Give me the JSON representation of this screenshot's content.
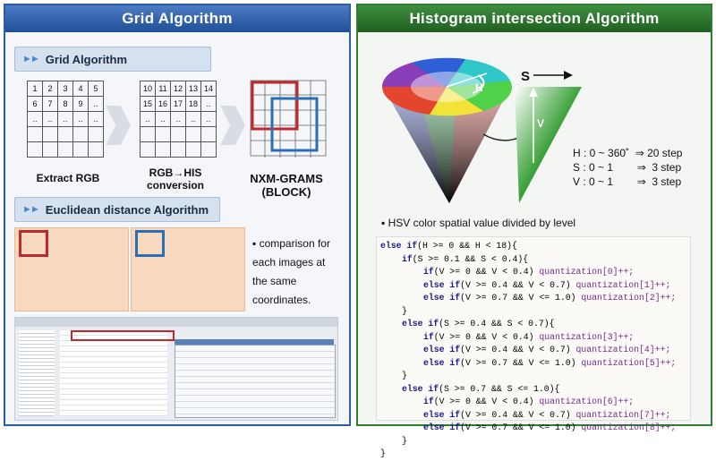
{
  "left_panel": {
    "title": "Grid Algorithm",
    "section1_label": "Grid Algorithm",
    "grid1_rows": [
      [
        "1",
        "2",
        "3",
        "4",
        "5"
      ],
      [
        "6",
        "7",
        "8",
        "9",
        ".."
      ],
      [
        "..",
        "..",
        "..",
        "..",
        ".."
      ],
      [
        "",
        "",
        "",
        "",
        ""
      ],
      [
        "",
        "",
        "",
        "",
        ""
      ]
    ],
    "grid2_rows": [
      [
        "10",
        "11",
        "12",
        "13",
        "14"
      ],
      [
        "15",
        "16",
        "17",
        "18",
        ".."
      ],
      [
        "..",
        "..",
        "..",
        "..",
        ".."
      ],
      [
        "",
        "",
        "",
        "",
        ""
      ],
      [
        "",
        "",
        "",
        "",
        ""
      ]
    ],
    "caption1": "Extract RGB",
    "caption2_line1": "RGB→HIS",
    "caption2_line2": "conversion",
    "caption3_line1": "NXM-GRAMS",
    "caption3_line2": "(BLOCK)",
    "section2_label": "Euclidean distance Algorithm",
    "bullet_lines": [
      "▪ comparison for",
      "each images at",
      "the same",
      "coordinates."
    ],
    "colors": {
      "red": "#c0282d",
      "blue": "#2a6fb5",
      "peach": "#f8d8bf"
    }
  },
  "right_panel": {
    "title": "Histogram intersection Algorithm",
    "label_s": "S",
    "label_h": "H",
    "label_v": "V",
    "ranges": [
      {
        "label": "H : 0 ~ 360˚",
        "step": "⇒ 20 step"
      },
      {
        "label": "S : 0 ~ 1",
        "step": "⇒  3 step"
      },
      {
        "label": "V : 0 ~ 1",
        "step": "⇒  3 step"
      }
    ],
    "note": "▪ HSV color spatial value divided by level",
    "code_lines": [
      {
        "i": 0,
        "kw": "else if",
        "t": "(H >= 0 && H < 18){",
        "q": ""
      },
      {
        "i": 1,
        "kw": "if",
        "t": "(S >= 0.1 && S < 0.4){",
        "q": ""
      },
      {
        "i": 2,
        "kw": "if",
        "t": "(V >= 0 && V < 0.4) ",
        "q": "quantization[0]++;"
      },
      {
        "i": 2,
        "kw": "else if",
        "t": "(V >= 0.4 && V < 0.7) ",
        "q": "quantization[1]++;"
      },
      {
        "i": 2,
        "kw": "else if",
        "t": "(V >= 0.7 && V <= 1.0) ",
        "q": "quantization[2]++;"
      },
      {
        "i": 1,
        "kw": "",
        "t": "}",
        "q": ""
      },
      {
        "i": 1,
        "kw": "else if",
        "t": "(S >= 0.4 && S < 0.7){",
        "q": ""
      },
      {
        "i": 2,
        "kw": "if",
        "t": "(V >= 0 && V < 0.4) ",
        "q": "quantization[3]++;"
      },
      {
        "i": 2,
        "kw": "else if",
        "t": "(V >= 0.4 && V < 0.7) ",
        "q": "quantization[4]++;"
      },
      {
        "i": 2,
        "kw": "else if",
        "t": "(V >= 0.7 && V <= 1.0) ",
        "q": "quantization[5]++;"
      },
      {
        "i": 1,
        "kw": "",
        "t": "}",
        "q": ""
      },
      {
        "i": 1,
        "kw": "else if",
        "t": "(S >= 0.7 && S <= 1.0){",
        "q": ""
      },
      {
        "i": 2,
        "kw": "if",
        "t": "(V >= 0 && V < 0.4) ",
        "q": "quantization[6]++;"
      },
      {
        "i": 2,
        "kw": "else if",
        "t": "(V >= 0.4 && V < 0.7) ",
        "q": "quantization[7]++;"
      },
      {
        "i": 2,
        "kw": "else if",
        "t": "(V >= 0.7 && V <= 1.0) ",
        "q": "quantization[8]++;"
      },
      {
        "i": 1,
        "kw": "",
        "t": "}",
        "q": ""
      },
      {
        "i": 0,
        "kw": "",
        "t": "}",
        "q": ""
      }
    ]
  }
}
